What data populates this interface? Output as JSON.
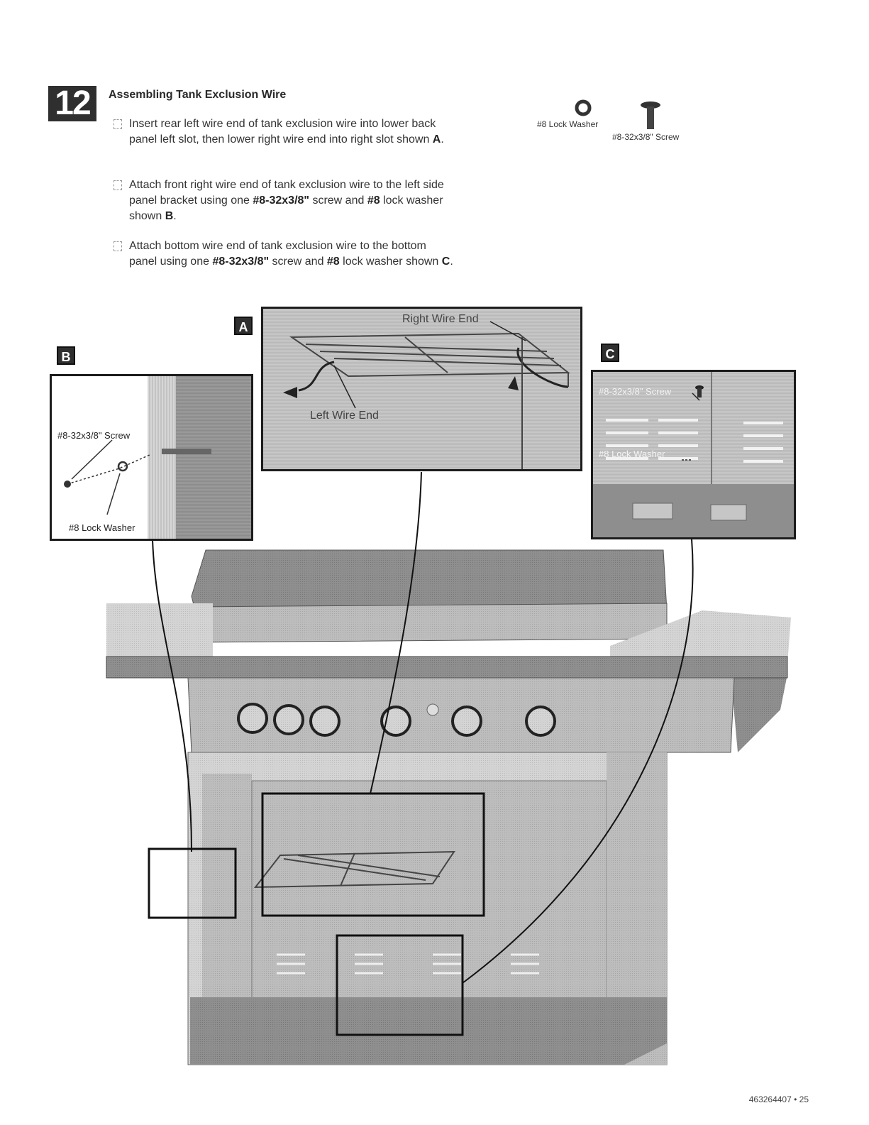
{
  "step": {
    "number": "12",
    "title": "Assembling Tank Exclusion Wire"
  },
  "instructions": [
    {
      "text": "Insert rear left wire end of tank exclusion wire into lower back panel left slot, then lower right wire end into right slot shown ",
      "ref": "A",
      "tail": "."
    },
    {
      "pre": "Attach front right wire end of tank exclusion wire to the left side panel bracket using one ",
      "screw": "#8-32x3/8\"",
      "mid": " screw and ",
      "washer": "#8",
      "post": " lock washer shown ",
      "ref": "B",
      "tail": "."
    },
    {
      "pre": "Attach bottom wire end of tank exclusion wire to the bottom panel using one ",
      "screw": "#8-32x3/8\"",
      "mid": " screw and ",
      "washer": "#8",
      "post": " lock washer shown ",
      "ref": "C",
      "tail": "."
    }
  ],
  "hardware": {
    "washer_label": "#8 Lock Washer",
    "screw_label": "#8-32x3/8\" Screw"
  },
  "callouts": {
    "a": {
      "letter": "A",
      "right_label": "Right Wire End",
      "left_label": "Left Wire End"
    },
    "b": {
      "letter": "B",
      "screw_label": "#8-32x3/8\" Screw",
      "washer_label": "#8 Lock Washer"
    },
    "c": {
      "letter": "C",
      "screw_label": "#8-32x3/8\" Screw",
      "washer_label": "#8 Lock Washer"
    }
  },
  "footer": {
    "page_number": "463264407 • 25"
  }
}
